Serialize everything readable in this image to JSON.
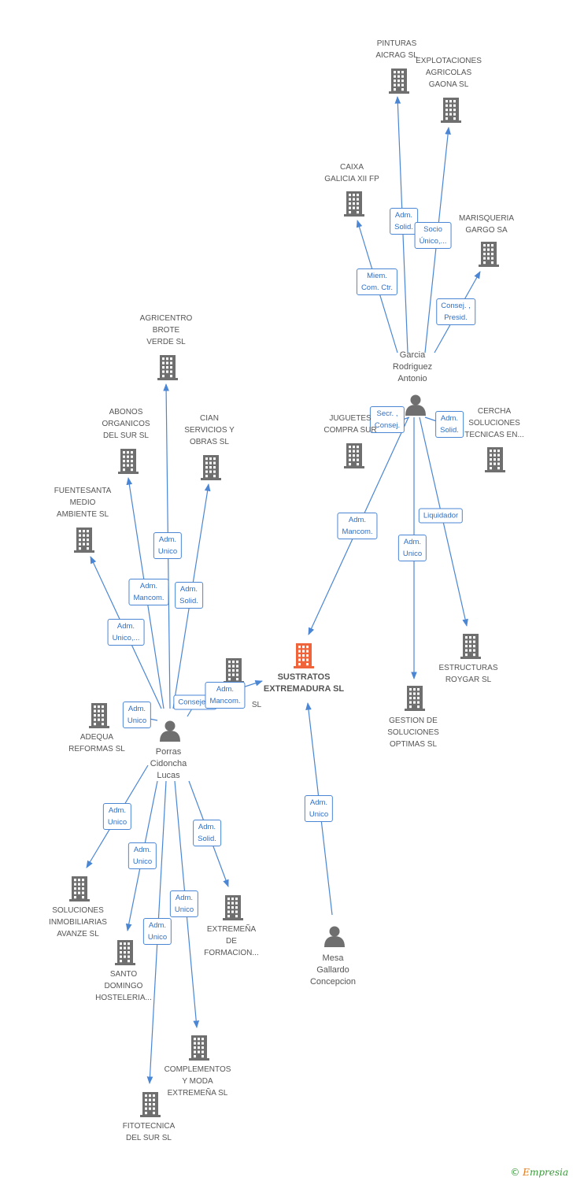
{
  "colors": {
    "edge": "#4a86d4",
    "node_company": "#6f6f6f",
    "node_center": "#f0643c",
    "node_person": "#6f6f6f",
    "label_text": "#555555",
    "role_text": "#2f6fc4"
  },
  "icons": {
    "company": "building-icon",
    "person": "person-icon"
  },
  "nodes": [
    {
      "id": "sustratos",
      "type": "center",
      "label": "SUSTRATOS\nEXTREMADURA SL"
    },
    {
      "id": "porras",
      "type": "person",
      "label": "Porras\nCidoncha\nLucas"
    },
    {
      "id": "garcia",
      "type": "person",
      "label": "Garcia\nRodriguez\nAntonio"
    },
    {
      "id": "mesa",
      "type": "person",
      "label": "Mesa\nGallardo\nConcepcion"
    },
    {
      "id": "pinturas",
      "type": "company",
      "label": "PINTURAS\nAICRAG SL"
    },
    {
      "id": "explotaciones",
      "type": "company",
      "label": "EXPLOTACIONES\nAGRICOLAS\nGAONA  SL"
    },
    {
      "id": "caixa",
      "type": "company",
      "label": "CAIXA\nGALICIA XII FP"
    },
    {
      "id": "marisqueria",
      "type": "company",
      "label": "MARISQUERIA\nGARGO SA"
    },
    {
      "id": "juguetes",
      "type": "company",
      "label": "JUGUETES\nCOMPRA SUR"
    },
    {
      "id": "cercha",
      "type": "company",
      "label": "CERCHA\nSOLUCIONES\nTECNICAS EN..."
    },
    {
      "id": "estructuras",
      "type": "company",
      "label": "ESTRUCTURAS\nROYGAR SL"
    },
    {
      "id": "gestion",
      "type": "company",
      "label": "GESTION DE\nSOLUCIONES\nOPTIMAS SL"
    },
    {
      "id": "agricentro",
      "type": "company",
      "label": "AGRICENTRO\nBROTE\nVERDE  SL"
    },
    {
      "id": "abonos",
      "type": "company",
      "label": "ABONOS\nORGANICOS\nDEL SUR  SL"
    },
    {
      "id": "cian",
      "type": "company",
      "label": "CIAN\nSERVICIOS Y\nOBRAS SL"
    },
    {
      "id": "fuentesanta",
      "type": "company",
      "label": "FUENTESANTA\nMEDIO\nAMBIENTE SL"
    },
    {
      "id": "adequa",
      "type": "company",
      "label": "ADEQUA\nREFORMAS SL"
    },
    {
      "id": "hidden_sl",
      "type": "company",
      "label": "SL"
    },
    {
      "id": "soluciones",
      "type": "company",
      "label": "SOLUCIONES\nINMOBILIARIAS\nAVANZE SL"
    },
    {
      "id": "santo",
      "type": "company",
      "label": "SANTO\nDOMINGO\nHOSTELERIA..."
    },
    {
      "id": "extremena",
      "type": "company",
      "label": "EXTREMEÑA\nDE\nFORMACION..."
    },
    {
      "id": "complementos",
      "type": "company",
      "label": "COMPLEMENTOS\nY MODA\nEXTREMEÑA SL"
    },
    {
      "id": "fitotecnica",
      "type": "company",
      "label": "FITOTECNICA\nDEL SUR SL"
    }
  ],
  "edges": [
    {
      "from": "garcia",
      "to": "pinturas",
      "role": "Adm.\nSolid."
    },
    {
      "from": "garcia",
      "to": "explotaciones",
      "role": "Socio\nÚnico,..."
    },
    {
      "from": "garcia",
      "to": "caixa",
      "role": "Miem.\nCom. Ctr."
    },
    {
      "from": "garcia",
      "to": "marisqueria",
      "role": "Consej. ,\nPresid."
    },
    {
      "from": "garcia",
      "to": "juguetes",
      "role": "Secr. ,\nConsej."
    },
    {
      "from": "garcia",
      "to": "cercha",
      "role": "Adm.\nSolid."
    },
    {
      "from": "garcia",
      "to": "sustratos",
      "role": "Adm.\nMancom."
    },
    {
      "from": "garcia",
      "to": "estructuras",
      "role": "Liquidador"
    },
    {
      "from": "garcia",
      "to": "gestion",
      "role": "Adm.\nUnico"
    },
    {
      "from": "porras",
      "to": "agricentro",
      "role": "Adm.\nUnico"
    },
    {
      "from": "porras",
      "to": "abonos",
      "role": "Adm.\nMancom."
    },
    {
      "from": "porras",
      "to": "cian",
      "role": "Adm.\nSolid."
    },
    {
      "from": "porras",
      "to": "fuentesanta",
      "role": "Adm.\nUnico,..."
    },
    {
      "from": "porras",
      "to": "adequa",
      "role": "Adm.\nUnico"
    },
    {
      "from": "porras",
      "to": "hidden_sl",
      "role": "Consejero"
    },
    {
      "from": "porras",
      "to": "sustratos",
      "role": "Adm.\nMancom."
    },
    {
      "from": "porras",
      "to": "soluciones",
      "role": "Adm.\nUnico"
    },
    {
      "from": "porras",
      "to": "santo",
      "role": "Adm.\nUnico"
    },
    {
      "from": "porras",
      "to": "extremena",
      "role": "Adm.\nSolid."
    },
    {
      "from": "porras",
      "to": "complementos",
      "role": "Adm.\nUnico"
    },
    {
      "from": "porras",
      "to": "fitotecnica",
      "role": "Adm.\nUnico"
    },
    {
      "from": "mesa",
      "to": "sustratos",
      "role": "Adm.\nUnico"
    }
  ],
  "footer": {
    "copyright": "©",
    "brand_first": "E",
    "brand_rest": "mpresia"
  }
}
